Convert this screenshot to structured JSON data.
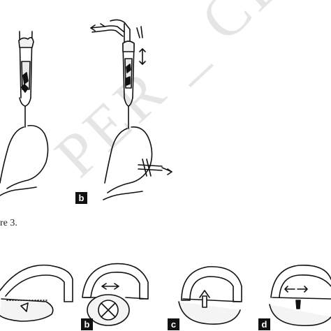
{
  "figure_caption": "re 3.",
  "panel_labels": {
    "b_top": "b",
    "b_bottom": "b",
    "c_bottom": "c",
    "d_bottom": "d"
  },
  "watermark_text": "PER _ CEPTEL",
  "colors": {
    "ink": "#111111",
    "label_bg": "#111111",
    "label_text": "#ffffff"
  },
  "icons": [
    "arrow-icon",
    "double-arrow-icon"
  ]
}
